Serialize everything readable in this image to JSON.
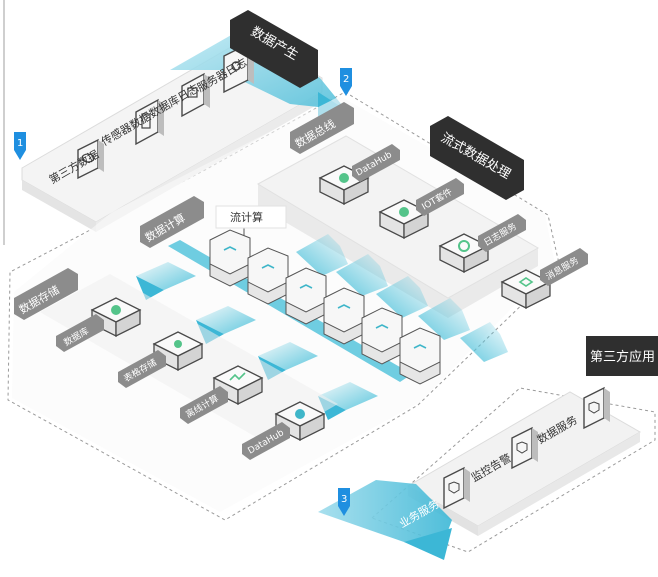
{
  "colors": {
    "accent": "#56c4dc",
    "accent_light": "#bfe9f3",
    "marker": "#1f8fe0",
    "dark_tag": "#2f2f2f",
    "grey_tag": "#8c8c8c",
    "platform": "#f1f1f1",
    "platform_edge": "#d8d8d8",
    "icon_green": "#54c48a",
    "icon_teal": "#3fb6c9"
  },
  "markers": {
    "m1": "1",
    "m2": "2",
    "m3": "3"
  },
  "sections": {
    "data_production": "数据产生",
    "stream_processing": "流式数据处理",
    "third_party_app": "第三方应用"
  },
  "sources": {
    "server_log": "服务器日志",
    "db_log": "数据库日志",
    "sensor_data": "传感器数据",
    "third_party_data": "第三方数据"
  },
  "bus": {
    "title": "数据总线",
    "datahub": "DataHub",
    "iot": "IOT套件",
    "log_service": "日志服务",
    "mq_service": "消息服务"
  },
  "compute": {
    "title": "数据计算",
    "stream_compute": "流计算"
  },
  "storage": {
    "title": "数据存储",
    "database": "数据库",
    "object_storage": "表格存储",
    "offline_compute": "离线计算",
    "datahub": "DataHub"
  },
  "apps": {
    "data_service": "数据服务",
    "monitor_alert": "监控告警",
    "business_service": "业务服务"
  }
}
